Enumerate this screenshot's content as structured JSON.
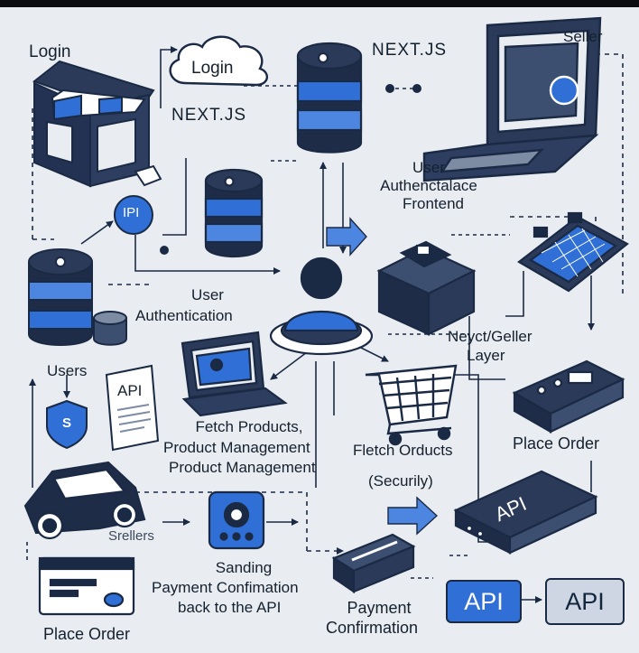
{
  "labels": {
    "login_left": "Login",
    "login_cloud": "Login",
    "nextjs_top": "NEXT.JS",
    "nextjs_mid": "NEXT.JS",
    "seller": "Seller",
    "user_auth_frontend_1": "User",
    "user_auth_frontend_2": "Authenctalace",
    "user_auth_frontend_3": "Frontend",
    "api_badge": "IPI",
    "user_authentication_1": "User",
    "user_authentication_2": "Authentication",
    "users": "Users",
    "shield": "S",
    "api_doc": "API",
    "fetch_line1": "Fetch Products,",
    "fetch_line2": "Product Management",
    "fetch_line3": "Product Management",
    "neyct_line1": "Neyct/Geller",
    "neyct_line2": "Layer",
    "fletch_orducts": "Fletch Orducts",
    "securily": "(Securily)",
    "place_order_right": "Place Order",
    "srellers": "Srellers",
    "sanding_1": "Sanding",
    "sanding_2": "Payment Confimation",
    "sanding_3": "back to the API",
    "payment_conf_1": "Payment",
    "payment_conf_2": "Confirmation",
    "place_order_left": "Place Order",
    "api_chip": "API",
    "api_box_left": "API",
    "api_box_right": "API"
  },
  "colors": {
    "background": "#e9edf2",
    "navy": "#1b2a44",
    "blue": "#2f6fd6",
    "light_blue": "#4c86e0",
    "text": "#14202e"
  }
}
